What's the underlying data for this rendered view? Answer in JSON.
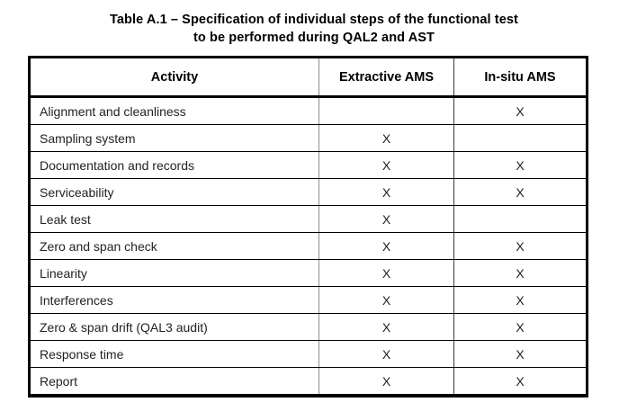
{
  "caption": {
    "line1": "Table A.1 – Specification of individual steps of the functional test",
    "line2": "to be performed during QAL2 and AST"
  },
  "table": {
    "columns": [
      "Activity",
      "Extractive AMS",
      "In-situ AMS"
    ],
    "mark": "X",
    "empty": "",
    "rows": [
      {
        "activity": "Alignment and cleanliness",
        "extractive": "",
        "insitu": "X"
      },
      {
        "activity": "Sampling system",
        "extractive": "X",
        "insitu": ""
      },
      {
        "activity": "Documentation and records",
        "extractive": "X",
        "insitu": "X"
      },
      {
        "activity": "Serviceability",
        "extractive": "X",
        "insitu": "X"
      },
      {
        "activity": "Leak test",
        "extractive": "X",
        "insitu": ""
      },
      {
        "activity": "Zero and span check",
        "extractive": "X",
        "insitu": "X"
      },
      {
        "activity": "Linearity",
        "extractive": "X",
        "insitu": "X"
      },
      {
        "activity": "Interferences",
        "extractive": "X",
        "insitu": "X"
      },
      {
        "activity": "Zero & span drift (QAL3 audit)",
        "extractive": "X",
        "insitu": "X"
      },
      {
        "activity": "Response time",
        "extractive": "X",
        "insitu": "X"
      },
      {
        "activity": "Report",
        "extractive": "X",
        "insitu": "X"
      }
    ]
  },
  "colors": {
    "text": "#1a1a1a",
    "frame": "#000000",
    "grid": "#000000",
    "divider_light": "#8c8c8c",
    "background": "#ffffff"
  }
}
